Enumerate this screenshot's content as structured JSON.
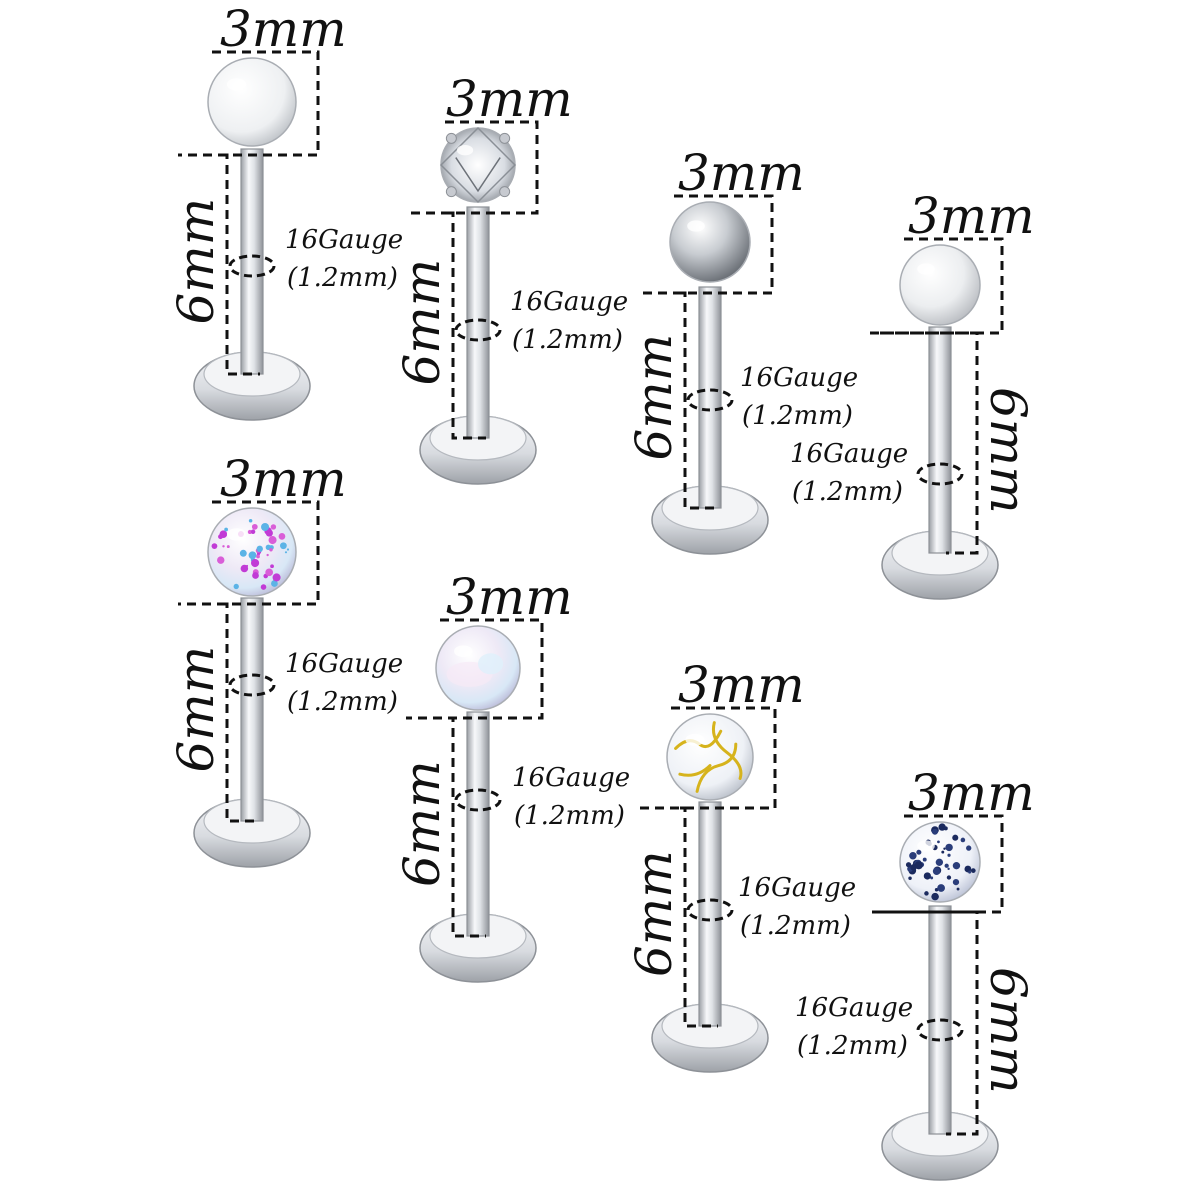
{
  "items": [
    {
      "ball_label": "3mm",
      "length_label": "6mm",
      "gauge_label": "16Gauge",
      "gauge_mm_label": "(1.2mm)",
      "ball_style": "white-acrylic"
    },
    {
      "ball_label": "3mm",
      "length_label": "6mm",
      "gauge_label": "16Gauge",
      "gauge_mm_label": "(1.2mm)",
      "ball_style": "clear-crystal"
    },
    {
      "ball_label": "3mm",
      "length_label": "6mm",
      "gauge_label": "16Gauge",
      "gauge_mm_label": "(1.2mm)",
      "ball_style": "steel-ball"
    },
    {
      "ball_label": "3mm",
      "length_label": "6mm",
      "gauge_label": "16Gauge",
      "gauge_mm_label": "(1.2mm)",
      "ball_style": "pearl"
    },
    {
      "ball_label": "3mm",
      "length_label": "6mm",
      "gauge_label": "16Gauge",
      "gauge_mm_label": "(1.2mm)",
      "ball_style": "speckled-opal"
    },
    {
      "ball_label": "3mm",
      "length_label": "6mm",
      "gauge_label": "16Gauge",
      "gauge_mm_label": "(1.2mm)",
      "ball_style": "white-opal"
    },
    {
      "ball_label": "3mm",
      "length_label": "6mm",
      "gauge_label": "16Gauge",
      "gauge_mm_label": "(1.2mm)",
      "ball_style": "gold-crackle"
    },
    {
      "ball_label": "3mm",
      "length_label": "6mm",
      "gauge_label": "16Gauge",
      "gauge_mm_label": "(1.2mm)",
      "ball_style": "navy-speckle"
    }
  ],
  "colors": {
    "steel_light": "#f4f5f7",
    "steel_mid": "#c9ccd1",
    "steel_dark": "#8d9197",
    "line": "#111111"
  }
}
